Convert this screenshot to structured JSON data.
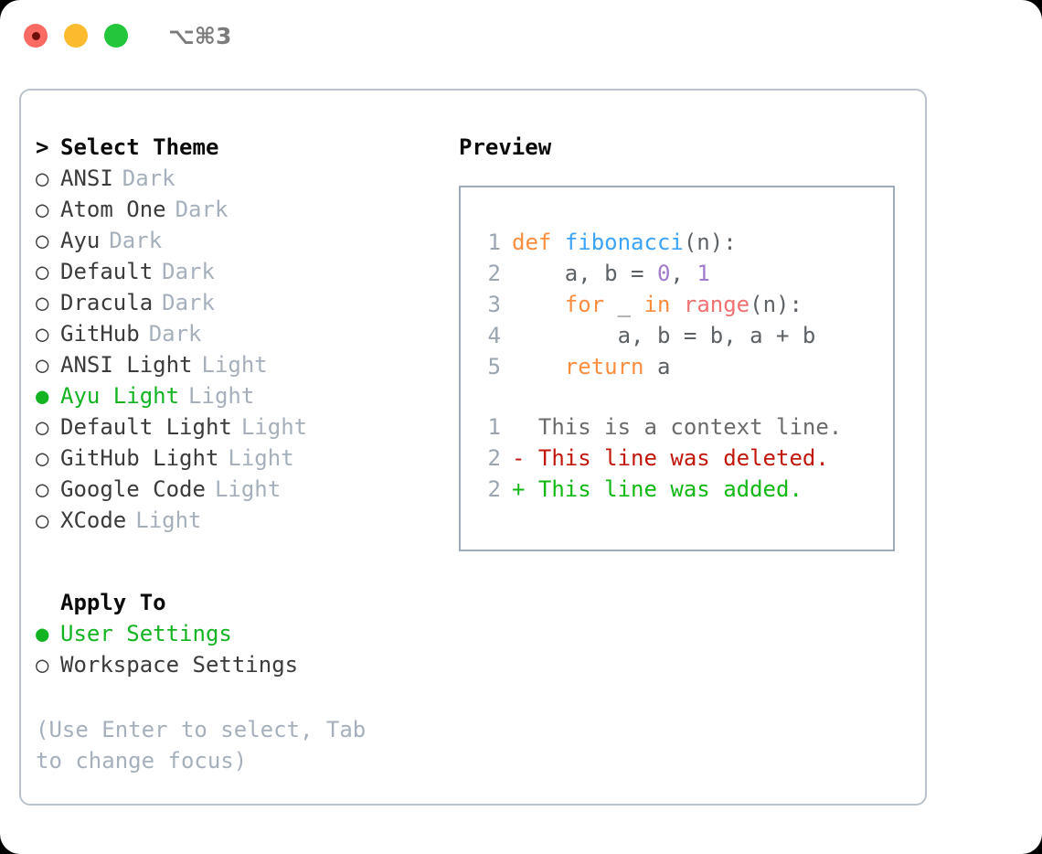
{
  "titlebar": {
    "shortcut": "⌥⌘3",
    "buttons": [
      {
        "name": "close",
        "color": "#fb6b63"
      },
      {
        "name": "minimize",
        "color": "#fcbb2e"
      },
      {
        "name": "maximize",
        "color": "#24c63c"
      }
    ]
  },
  "theme_list": {
    "header_marker": ">",
    "header": "Select Theme",
    "marker_selected": "●",
    "marker_unselected": "○",
    "items": [
      {
        "name": "ANSI",
        "variant": "Dark",
        "selected": false
      },
      {
        "name": "Atom One",
        "variant": "Dark",
        "selected": false
      },
      {
        "name": "Ayu",
        "variant": "Dark",
        "selected": false
      },
      {
        "name": "Default",
        "variant": "Dark",
        "selected": false
      },
      {
        "name": "Dracula",
        "variant": "Dark",
        "selected": false
      },
      {
        "name": "GitHub",
        "variant": "Dark",
        "selected": false
      },
      {
        "name": "ANSI Light",
        "variant": "Light",
        "selected": false
      },
      {
        "name": "Ayu Light",
        "variant": "Light",
        "selected": true
      },
      {
        "name": "Default Light",
        "variant": "Light",
        "selected": false
      },
      {
        "name": "GitHub Light",
        "variant": "Light",
        "selected": false
      },
      {
        "name": "Google Code",
        "variant": "Light",
        "selected": false
      },
      {
        "name": "XCode",
        "variant": "Light",
        "selected": false
      }
    ]
  },
  "apply_to": {
    "header": "Apply To",
    "items": [
      {
        "name": "User Settings",
        "selected": true
      },
      {
        "name": "Workspace Settings",
        "selected": false
      }
    ]
  },
  "hint": "(Use Enter to select, Tab to change focus)",
  "preview": {
    "title": "Preview",
    "code_lines": [
      {
        "no": "1",
        "tokens": [
          {
            "t": "def",
            "c": "tok-kw"
          },
          {
            "t": " ",
            "c": "tok-plain"
          },
          {
            "t": "fibonacci",
            "c": "tok-fn"
          },
          {
            "t": "(n):",
            "c": "tok-punc"
          }
        ]
      },
      {
        "no": "2",
        "tokens": [
          {
            "t": "    a, b = ",
            "c": "tok-plain"
          },
          {
            "t": "0",
            "c": "tok-num"
          },
          {
            "t": ", ",
            "c": "tok-punc"
          },
          {
            "t": "1",
            "c": "tok-num"
          }
        ]
      },
      {
        "no": "3",
        "tokens": [
          {
            "t": "    ",
            "c": "tok-plain"
          },
          {
            "t": "for",
            "c": "tok-kw"
          },
          {
            "t": " _ ",
            "c": "tok-plain"
          },
          {
            "t": "in",
            "c": "tok-kw"
          },
          {
            "t": " ",
            "c": "tok-plain"
          },
          {
            "t": "range",
            "c": "tok-builtin"
          },
          {
            "t": "(n):",
            "c": "tok-punc"
          }
        ]
      },
      {
        "no": "4",
        "tokens": [
          {
            "t": "        a, b = b, a + b",
            "c": "tok-plain"
          }
        ]
      },
      {
        "no": "5",
        "tokens": [
          {
            "t": "    ",
            "c": "tok-plain"
          },
          {
            "t": "return",
            "c": "tok-kw"
          },
          {
            "t": " a",
            "c": "tok-plain"
          }
        ]
      }
    ],
    "diff_lines": [
      {
        "no": "1",
        "sign": "  ",
        "text": "This is a context line.",
        "cls": "diff-ctx"
      },
      {
        "no": "2",
        "sign": "- ",
        "text": "This line was deleted.",
        "cls": "diff-del"
      },
      {
        "no": "2",
        "sign": "+ ",
        "text": "This line was added.",
        "cls": "diff-add"
      }
    ]
  }
}
